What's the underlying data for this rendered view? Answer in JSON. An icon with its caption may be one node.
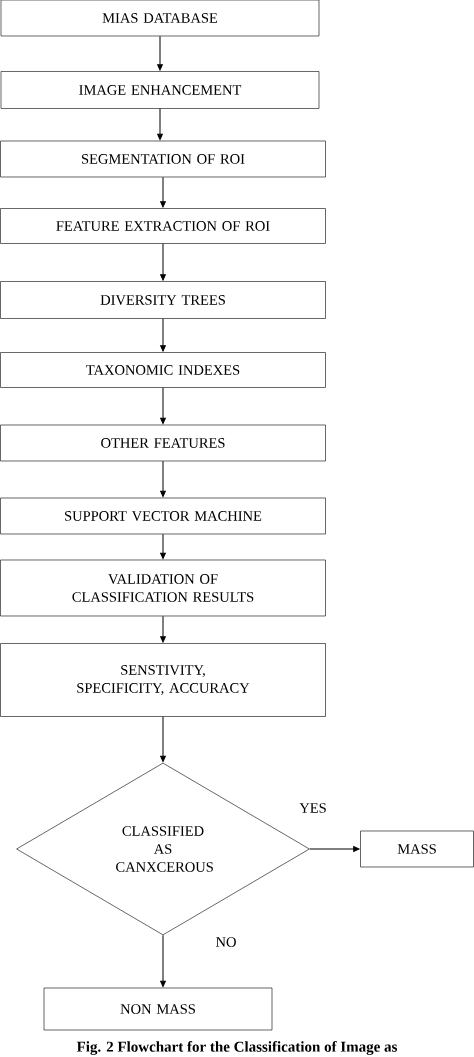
{
  "diagram": {
    "caption": "Fig. 2 Flowchart for the Classification of Image as",
    "nodes": [
      {
        "text": [
          "MIAS DATABASE"
        ]
      },
      {
        "text": [
          "IMAGE ENHANCEMENT"
        ]
      },
      {
        "text": [
          "SEGMENTATION OF ROI"
        ]
      },
      {
        "text": [
          "FEATURE EXTRACTION OF ROI"
        ]
      },
      {
        "text": [
          "DIVERSITY TREES"
        ]
      },
      {
        "text": [
          "TAXONOMIC INDEXES"
        ]
      },
      {
        "text": [
          "OTHER FEATURES"
        ]
      },
      {
        "text": [
          "SUPPORT VECTOR MACHINE"
        ]
      },
      {
        "text": [
          "VALIDATION OF CLASSIFICATION RESULTS"
        ]
      },
      {
        "text": [
          "SENSTIVITY, SPECIFICITY, ACCURACY"
        ]
      },
      {
        "text": [
          "CLASSIFIED AS CANXCEROUS"
        ]
      },
      {
        "text": [
          "MASS"
        ]
      },
      {
        "text": [
          "NON MASS"
        ]
      }
    ],
    "edges": [
      {
        "from": 0,
        "to": 1,
        "arrow": "to"
      },
      {
        "from": 1,
        "to": 2,
        "arrow": "to"
      },
      {
        "from": 2,
        "to": 3,
        "arrow": "to"
      },
      {
        "from": 3,
        "to": 4,
        "arrow": "to"
      },
      {
        "from": 4,
        "to": 5,
        "arrow": "to"
      },
      {
        "from": 5,
        "to": 6,
        "arrow": "to"
      },
      {
        "from": 6,
        "to": 7,
        "arrow": "to"
      },
      {
        "from": 7,
        "to": 8,
        "arrow": "to"
      },
      {
        "from": 8,
        "to": 9,
        "arrow": "to"
      },
      {
        "from": 9,
        "to": 10,
        "arrow": "to"
      },
      {
        "from": 10,
        "to": 11,
        "arrow": "to",
        "label": "YES"
      },
      {
        "from": 10,
        "to": 12,
        "arrow": "to",
        "label": "NO"
      }
    ]
  }
}
